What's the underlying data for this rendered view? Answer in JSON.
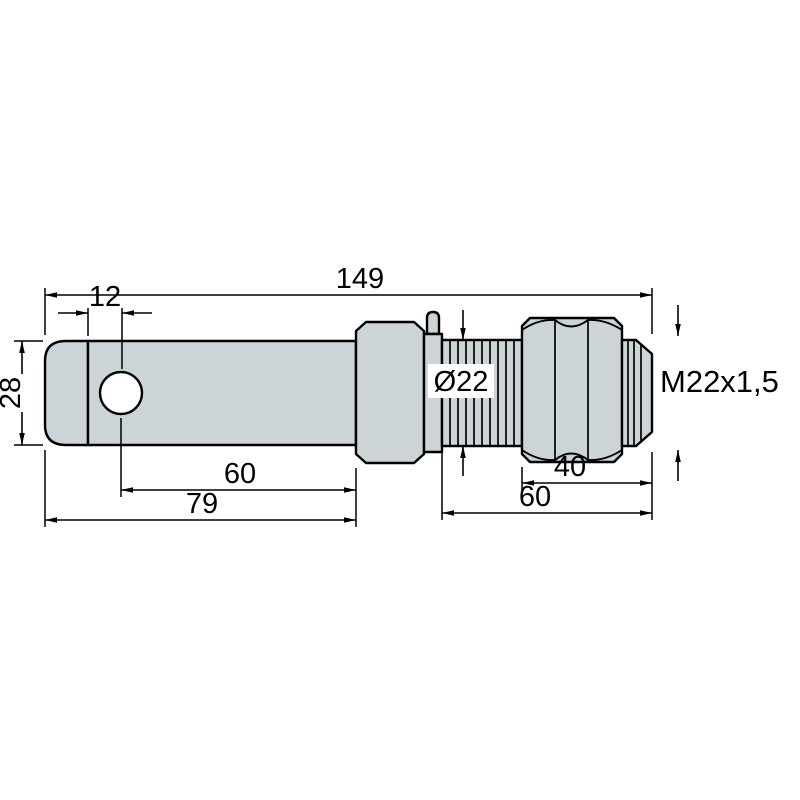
{
  "drawing": {
    "type": "technical-dimension-drawing",
    "subject": "lower-link-implement-pin",
    "labels": {
      "overall_length": "149",
      "hole_offset": "12",
      "shaft_diameter": "28",
      "hole_to_collar_length": "60",
      "shaft_length": "79",
      "thread_diameter": "Ø22",
      "nut_to_end_length": "40",
      "thread_length": "60",
      "thread_spec": "M22x1,5"
    },
    "colors": {
      "background": "#ffffff",
      "part_fill": "#ccd4d8",
      "outline": "#000000"
    }
  }
}
